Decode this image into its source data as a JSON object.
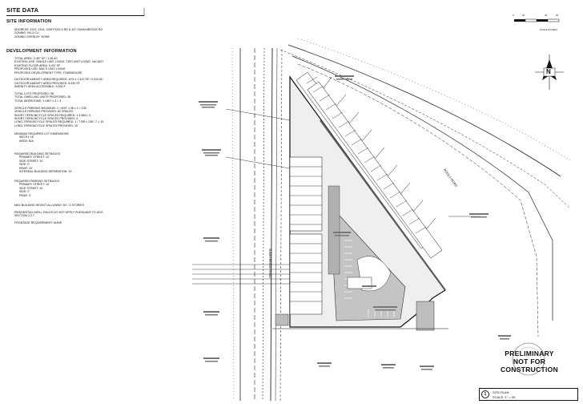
{
  "site_data": {
    "title": "SITE DATA",
    "site_info_heading": "SITE INFORMATION",
    "site_info_lines": [
      "ADDRESS: 2202, 2204, 2206 POOLS RD & 437 SUNNYBROOK RD",
      "ZONING: NX-3-CU",
      "ZONING OVERLAY: NONE"
    ],
    "dev_info_heading": "DEVELOPMENT INFORMATION",
    "dev_info_lines": [
      "TOTAL AREA: 3.457 SF / 1.08 AC",
      "EXISTING USE: SINGLE UNIT LIVING, TWO UNIT LIVING, VACANT",
      "EXISTING FLOOR AREA: 3,437 SF",
      "PROPOSED USE: MULTI UNIT LIVING",
      "PROPOSED DEVELOPMENT TYPE: TOWNHOUSE",
      "",
      "OUTDOOR AMENITY AREA REQUIRED: 10% x 7,422 SF / 2,015 AC",
      "OUTDOOR AMENITY AREA PROVIDED: 8,430 SF",
      "AMENITY AREA ACCESSIBLE: 5,000 F",
      "",
      "TOTAL LOTS PROPOSED: 38",
      "TOTAL DWELLING UNITS PROPOSED: 38",
      "TOTAL BEDROOMS: 1 UNIT x 3 = 3",
      "",
      "VEHICLE PARKING MAXIMUM: 2 / UNIT x 38 x 3 = 108",
      "VEHICLE PARKING PROVIDED: 82 SPACES",
      "SHORT-TERM BICYCLE SPACES REQUIRED: 1.4 MIN / 4",
      "SHORT-TERM BICYCLE SPACES PROVIDED: 4",
      "LONG-TERM BICYCLE SPACES REQUIRED: 1 / 7 BR x 108 / 7 = 15",
      "LONG-TERM BICYCLE SPACES PROVIDED: 15"
    ],
    "lot_dims_lines": [
      "MINIMUM REQUIRED LOT DIMENSIONS",
      "WIDTH: 16'",
      "AREA: N/A"
    ],
    "bldg_setbacks_lines": [
      "REQUIRED BUILDING SETBACKS",
      "PRIMARY STREET: 10'",
      "SIDE STREET: 10'",
      "SIDE: 0'",
      "REAR: 10'",
      "INTERNAL BUILDING SEPARATION: 10'"
    ],
    "parking_setbacks_lines": [
      "REQUIRED PARKING SETBACKS",
      "PRIMARY STREET: 10'",
      "SIDE STREET: 10'",
      "SIDE: 0'",
      "REAR: 3'"
    ],
    "misc_lines": [
      "MAX BUILDING HEIGHT ALLOWED: 50' / 3 STORIES",
      "",
      "RESIDENTIAL INFILL RULES DO NOT APPLY PURSUANT TO UDO",
      "SECTION 2.2.7",
      "",
      "FRONTAGE REQUIREMENT: NONE"
    ]
  },
  "scale_bar": {
    "ticks": [
      "0",
      "20",
      "40",
      "60"
    ],
    "label": "SCALE IN FEET"
  },
  "north_arrow": {
    "letter": "N"
  },
  "road_labels": {
    "pools_road": "POOLS ROAD",
    "sunnybrook_road": "SUNNYBROOK ROAD"
  },
  "stamp": {
    "line1": "PRELIMINARY",
    "line2": "NOT FOR CONSTRUCTION"
  },
  "title_block": {
    "number": "1",
    "title": "SITE PLAN",
    "scale": "SCALE: 1\" = 30'"
  },
  "colors": {
    "ink": "#111111",
    "paving": "#bdbdbd",
    "lot_shade": "#d9d9d9",
    "dark": "#5a5a5a"
  }
}
